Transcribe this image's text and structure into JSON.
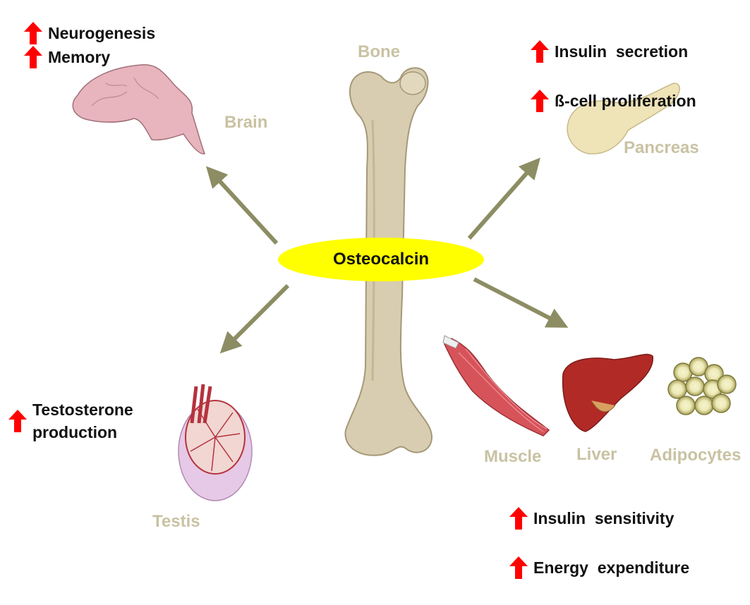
{
  "hub": {
    "label": "Osteocalcin",
    "color": "#ffff00"
  },
  "organs": {
    "bone": "Bone",
    "brain": "Brain",
    "pancreas": "Pancreas",
    "testis": "Testis",
    "muscle": "Muscle",
    "liver": "Liver",
    "adipocytes": "Adipocytes"
  },
  "effects": {
    "brain": [
      "Neurogenesis",
      "Memory"
    ],
    "pancreas": [
      "Insulin  secretion",
      "ß-cell proliferation"
    ],
    "testis": [
      "Testosterone",
      "production"
    ],
    "metabolic": [
      "Insulin  sensitivity",
      "Energy  expenditure"
    ]
  },
  "colors": {
    "arrow": "#8d8d64",
    "increase_arrow": "#ff0000",
    "organ_label": "#c9c2a3",
    "bone": "#d8cdb0",
    "brain": "#e8b4bd",
    "pancreas": "#efe3b8",
    "muscle": "#d7535a",
    "liver": "#b12a26",
    "adipocytes": "#d9d489",
    "testis": "#b5323e"
  },
  "icons": {
    "increase": "up-arrow-icon"
  }
}
